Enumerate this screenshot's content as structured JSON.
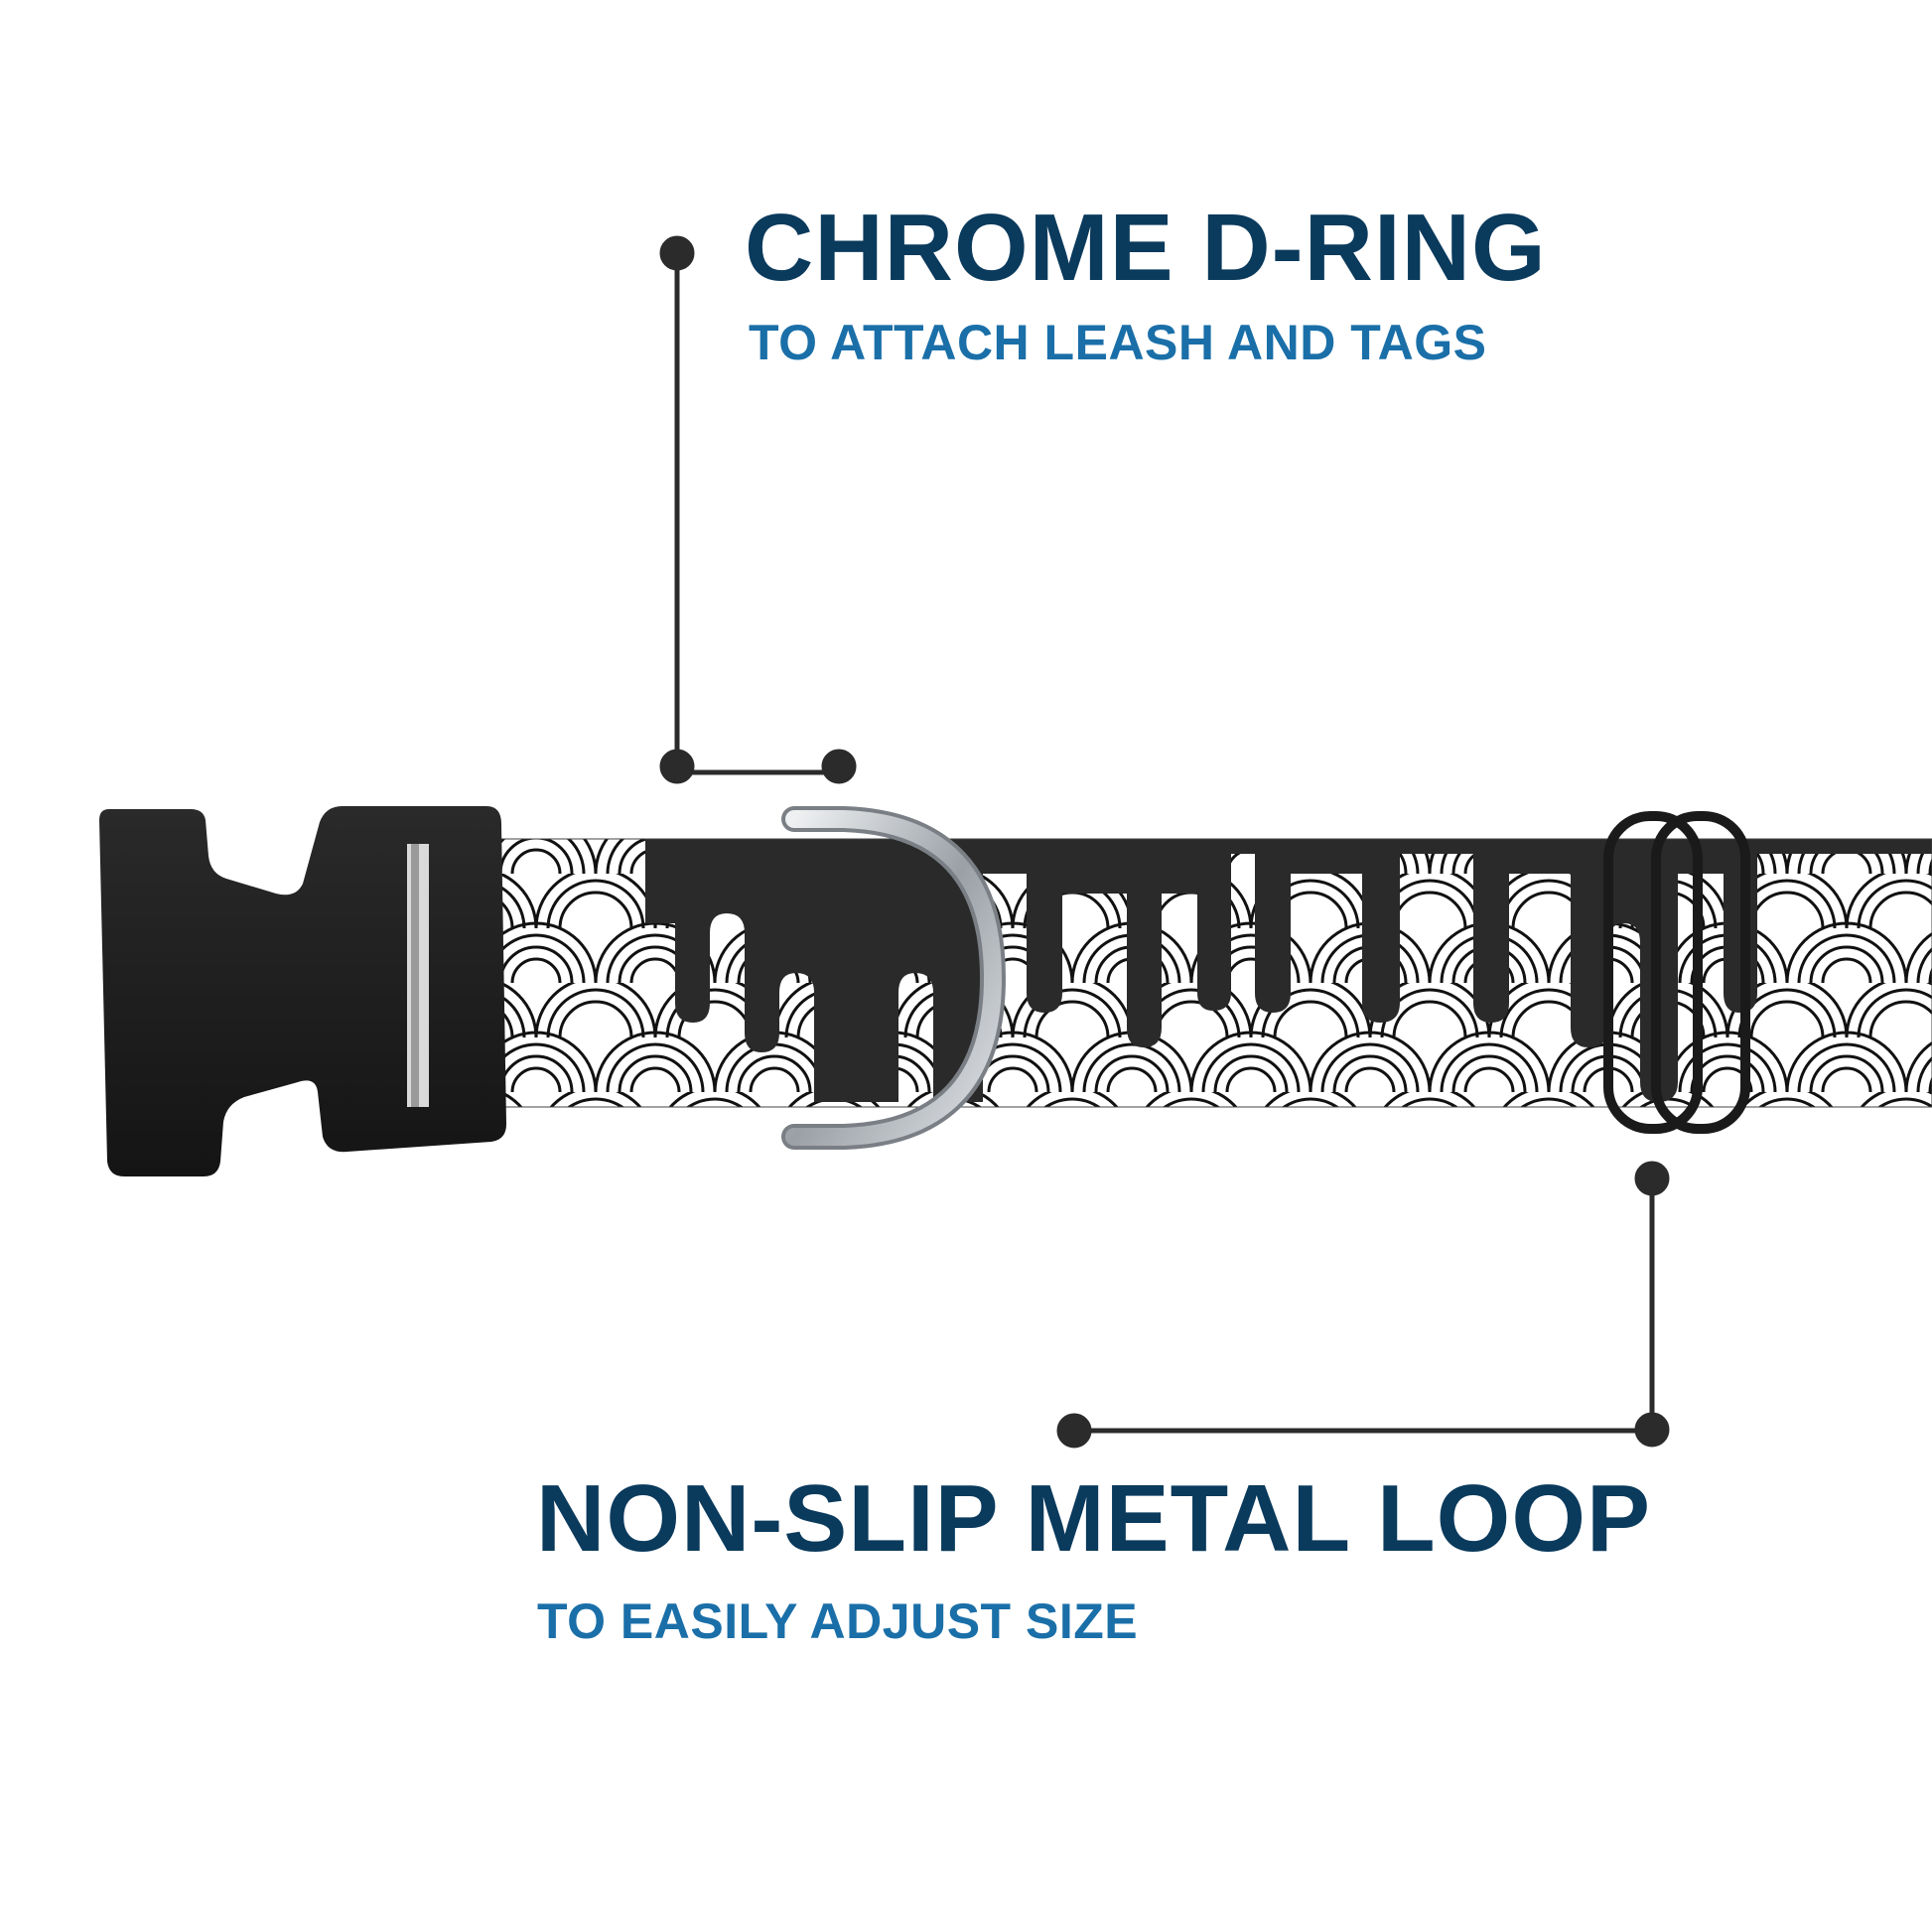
{
  "callouts": {
    "d_ring": {
      "title": "CHROME D-RING",
      "subtitle": "TO ATTACH LEASH AND TAGS"
    },
    "metal_loop": {
      "title": "NON-SLIP METAL LOOP",
      "subtitle": "TO EASILY ADJUST SIZE"
    }
  },
  "colors": {
    "title": "#0a3a5c",
    "subtitle": "#1a6fa8",
    "leader_line": "#2b2b2b",
    "buckle": "#1f1f1f",
    "strap_pattern_bg": "#ffffff",
    "strap_pattern_line": "#111111",
    "drip": "#2a2a2a",
    "chrome": "#b8bcc2"
  },
  "product": {
    "components": [
      "buckle-icon",
      "d-ring-icon",
      "slide-loop-icon",
      "patterned-strap"
    ]
  }
}
